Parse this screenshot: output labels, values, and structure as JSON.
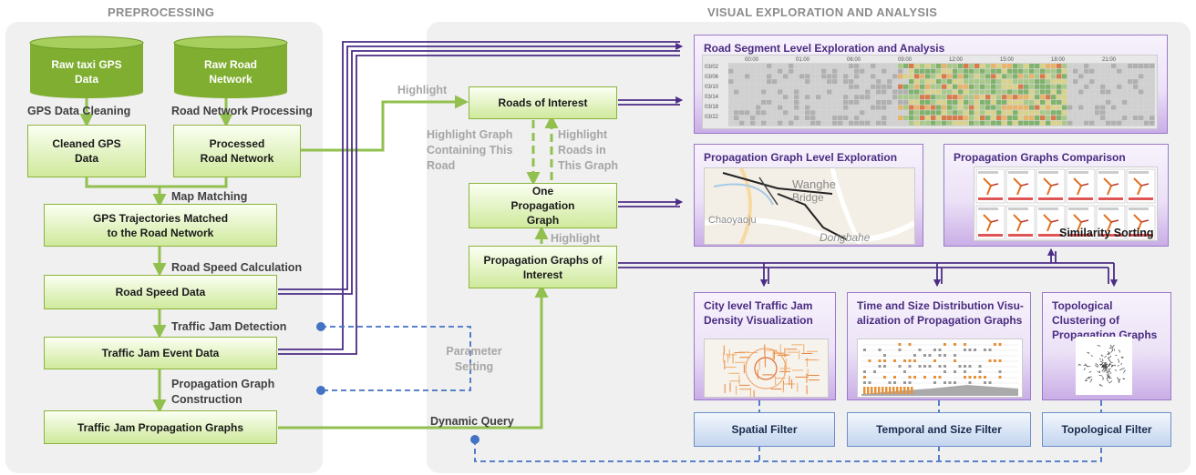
{
  "sections": {
    "preprocessing": "PREPROCESSING",
    "visual": "VISUAL EXPLORATION AND ANALYSIS"
  },
  "pre": {
    "raw_taxi": "Raw taxi GPS Data",
    "raw_road": "Raw Road Network",
    "gps_cleaning": "GPS Data Cleaning",
    "road_processing": "Road Network Processing",
    "cleaned_gps": "Cleaned GPS Data",
    "processed_road": "Processed  Road Network",
    "map_matching": "Map Matching",
    "gps_matched": "GPS Trajectories Matched to the Road Network",
    "speed_calc": "Road Speed Calculation",
    "road_speed": "Road Speed Data",
    "jam_detection": "Traffic Jam Detection",
    "jam_event": "Traffic Jam Event Data",
    "prop_construction": "Propagation Graph Construction",
    "jam_graphs": "Traffic Jam Propagation Graphs"
  },
  "mid": {
    "highlight_1": "Highlight",
    "roads_of_interest": "Roads of Interest",
    "highlight_graph": "Highlight Graph Containing This Road",
    "highlight_roads": "Highlight Roads in This Graph",
    "one_graph": "One Propagation Graph",
    "highlight_2": "Highlight",
    "graphs_of_interest": "Propagation Graphs of Interest",
    "parameter_setting": "Parameter Setting",
    "dynamic_query": "Dynamic Query"
  },
  "views": {
    "road_segment": "Road Segment Level Exploration and Analysis",
    "time_ticks": [
      "00:00",
      "01:00",
      "06:00",
      "09:00",
      "12:00",
      "15:00",
      "18:00",
      "21:00"
    ],
    "date_ticks": [
      "03/02",
      "03/06",
      "03/10",
      "03/14",
      "03/18",
      "03/22"
    ],
    "graph_level": "Propagation Graph Level Exploration",
    "map_labels": [
      "Wanghe",
      "Bridge",
      "Chaoyaoju",
      "Dongbahe"
    ],
    "comparison": "Propagation Graphs Comparison",
    "similarity": "Similarity Sorting",
    "city_level": "City level Traffic Jam Density Visualization",
    "time_size": "Time and Size Distribution Visu-alization of Propagation Graphs",
    "topological": "Topological Clustering of Propagation Graphs"
  },
  "filters": {
    "spatial": "Spatial Filter",
    "temporal": "Temporal and Size Filter",
    "topological": "Topological Filter"
  },
  "colors": {
    "green_border": "#8cb43c",
    "green_arrow": "#92c04f",
    "purple_arrow": "#4b2c86",
    "blue_dash": "#4472c4"
  }
}
